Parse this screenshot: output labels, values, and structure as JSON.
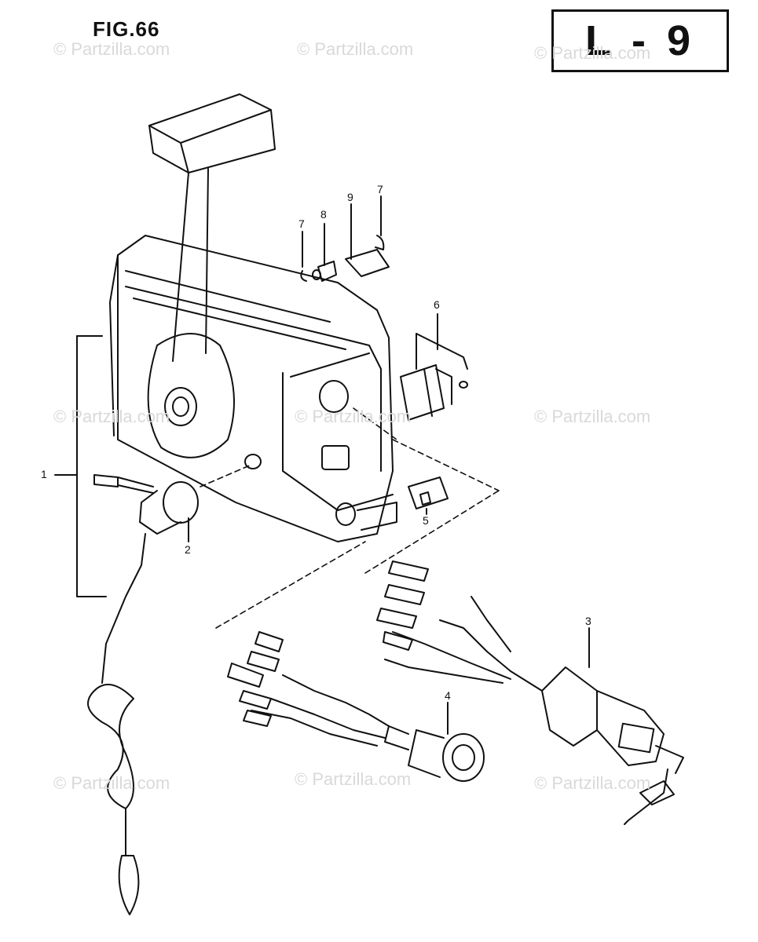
{
  "figure": {
    "title": "FIG.66",
    "page_code": "L - 9"
  },
  "watermark": "© Partzilla.com",
  "callouts": [
    {
      "id": "c1",
      "label": "1"
    },
    {
      "id": "c2",
      "label": "2"
    },
    {
      "id": "c3",
      "label": "3"
    },
    {
      "id": "c4",
      "label": "4"
    },
    {
      "id": "c5",
      "label": "5"
    },
    {
      "id": "c6",
      "label": "6"
    },
    {
      "id": "c7a",
      "label": "7"
    },
    {
      "id": "c7b",
      "label": "7"
    },
    {
      "id": "c8",
      "label": "8"
    },
    {
      "id": "c9",
      "label": "9"
    }
  ]
}
